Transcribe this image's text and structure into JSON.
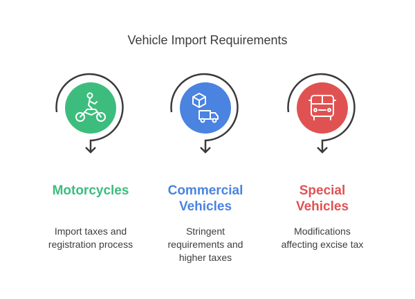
{
  "title": "Vehicle Import Requirements",
  "items": [
    {
      "heading": [
        "Motorcycles"
      ],
      "description": [
        "Import taxes and",
        "registration process"
      ],
      "color": "#3dbd7d",
      "icon": "motorcycle-icon"
    },
    {
      "heading": [
        "Commercial",
        "Vehicles"
      ],
      "description": [
        "Stringent",
        "requirements and",
        "higher taxes"
      ],
      "color": "#4a83e0",
      "icon": "delivery-truck-icon"
    },
    {
      "heading": [
        "Special",
        "Vehicles"
      ],
      "description": [
        "Modifications",
        "affecting excise tax"
      ],
      "color": "#e05252",
      "icon": "bus-icon"
    }
  ]
}
